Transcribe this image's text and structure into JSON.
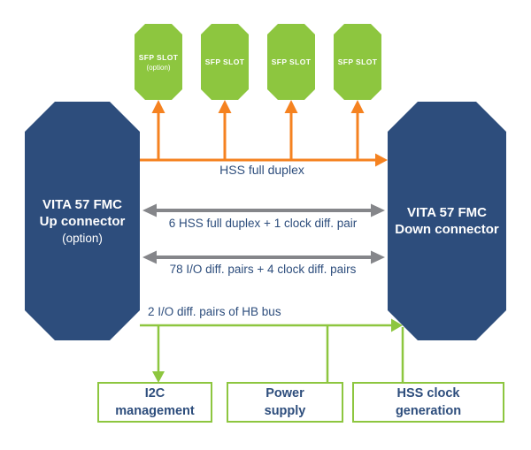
{
  "colors": {
    "navy": "#2d4d7c",
    "green": "#8dc63f",
    "orange": "#f58220",
    "gray": "#85868a"
  },
  "connectors": {
    "left": {
      "title": "VITA 57 FMC",
      "subtitle": "Up connector",
      "note": "(option)"
    },
    "right": {
      "title": "VITA 57 FMC",
      "subtitle": "Down connector"
    }
  },
  "sfp_slots": [
    {
      "label": "SFP SLOT",
      "note": "(option)"
    },
    {
      "label": "SFP SLOT",
      "note": ""
    },
    {
      "label": "SFP SLOT",
      "note": ""
    },
    {
      "label": "SFP SLOT",
      "note": ""
    }
  ],
  "links": {
    "hss_full_duplex": "HSS full duplex",
    "hss_six": "6 HSS full duplex + 1 clock diff. pair",
    "io_diff": "78 I/O diff. pairs + 4 clock diff. pairs",
    "hb_bus": "2 I/O diff. pairs of HB bus"
  },
  "bottom_boxes": [
    {
      "line1": "I2C",
      "line2": "management"
    },
    {
      "line1": "Power",
      "line2": "supply"
    },
    {
      "line1": "HSS clock",
      "line2": "generation"
    }
  ]
}
